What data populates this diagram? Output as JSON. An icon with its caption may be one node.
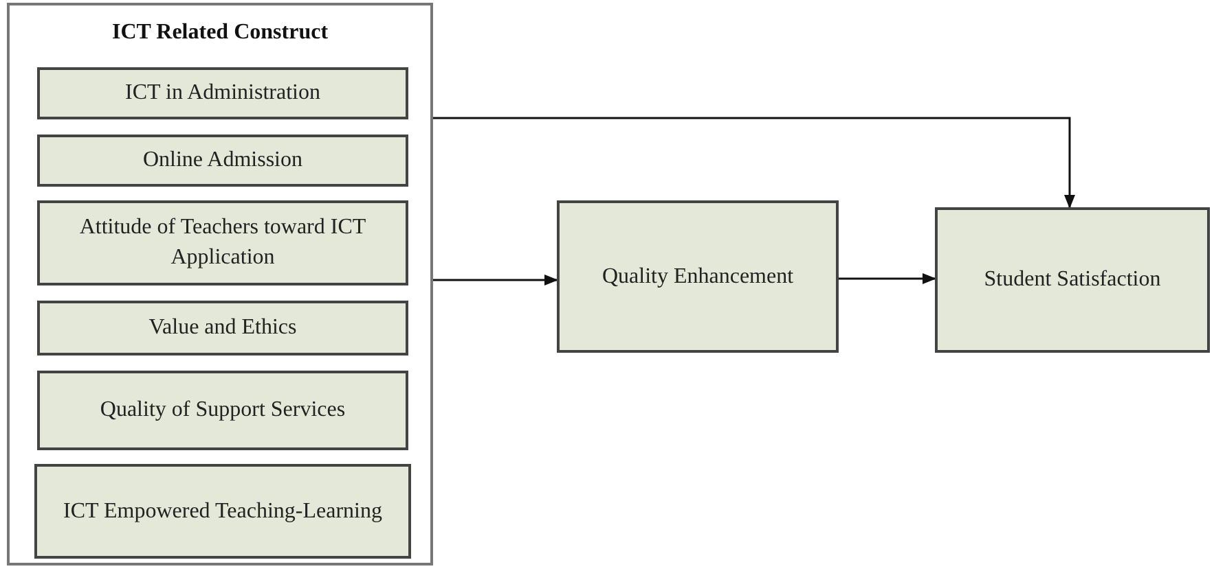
{
  "diagram": {
    "nodes": [
      {
        "text": [
          "ICT Related Construct"
        ]
      },
      {
        "text": [
          "ICT in Administration"
        ],
        "in": 0
      },
      {
        "text": [
          "Online Admission"
        ],
        "in": 0
      },
      {
        "text": [
          "Attitude of Teachers toward ICT Application"
        ],
        "in": 0
      },
      {
        "text": [
          "Value and Ethics"
        ],
        "in": 0
      },
      {
        "text": [
          "Quality of Support Services"
        ],
        "in": 0
      },
      {
        "text": [
          "ICT Empowered Teaching-Learning"
        ],
        "in": 0
      },
      {
        "text": [
          "Quality Enhancement"
        ]
      },
      {
        "text": [
          "Student Satisfaction"
        ]
      }
    ],
    "edges": [
      {
        "from": 0,
        "to": 8,
        "arrow": "to"
      },
      {
        "from": 0,
        "to": 7,
        "arrow": "to"
      },
      {
        "from": 7,
        "to": 8,
        "arrow": "to"
      }
    ]
  }
}
